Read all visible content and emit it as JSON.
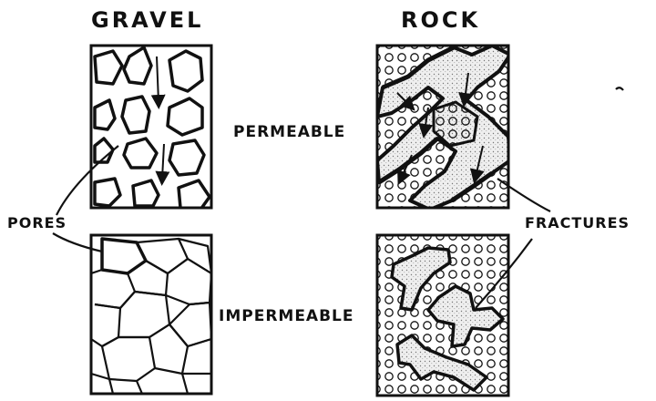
{
  "headings": {
    "left": "GRAVEL",
    "right": "ROCK"
  },
  "rows": {
    "top": "PERMEABLE",
    "bottom": "IMPERMEABLE"
  },
  "callouts": {
    "left": "PORES",
    "right": "FRACTURES"
  },
  "colors": {
    "ink": "#111111",
    "paper": "#ffffff",
    "stipple": "#c8c8c8"
  }
}
